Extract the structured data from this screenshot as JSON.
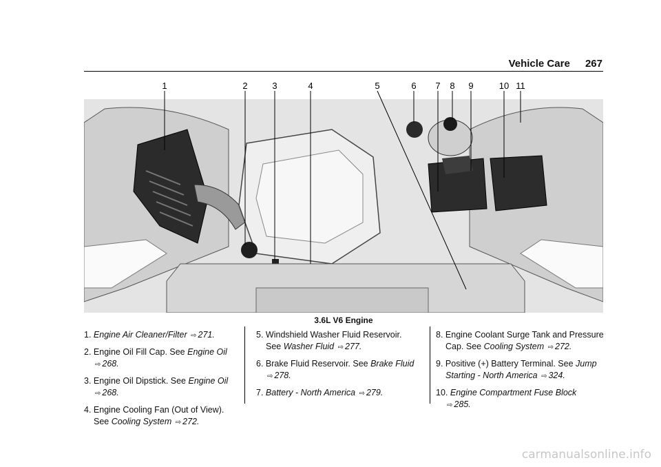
{
  "header": {
    "section": "Vehicle Care",
    "page": "267"
  },
  "figure": {
    "callouts": [
      "1",
      "2",
      "3",
      "4",
      "5",
      "6",
      "7",
      "8",
      "9",
      "10",
      "11"
    ],
    "caption": "3.6L V6 Engine"
  },
  "items": [
    {
      "num": "1.",
      "text": "",
      "ital": "Engine Air Cleaner/Filter",
      "page": "271."
    },
    {
      "num": "2.",
      "text": "Engine Oil Fill Cap. See ",
      "ital": "Engine Oil",
      "page": "268."
    },
    {
      "num": "3.",
      "text": "Engine Oil Dipstick. See ",
      "ital": "Engine Oil",
      "page": "268."
    },
    {
      "num": "4.",
      "text": "Engine Cooling Fan (Out of View). See ",
      "ital": "Cooling System",
      "page": "272."
    },
    {
      "num": "5.",
      "text": "Windshield Washer Fluid Reservoir. See ",
      "ital": "Washer Fluid",
      "page": "277."
    },
    {
      "num": "6.",
      "text": "Brake Fluid Reservoir. See ",
      "ital": "Brake Fluid",
      "page": "278."
    },
    {
      "num": "7.",
      "text": "",
      "ital": "Battery - North America",
      "page": "279."
    },
    {
      "num": "8.",
      "text": "Engine Coolant Surge Tank and Pressure Cap. See ",
      "ital": "Cooling System",
      "page": "272."
    },
    {
      "num": "9.",
      "text": "Positive (+) Battery Terminal. See ",
      "ital": "Jump Starting - North America",
      "page": "324."
    },
    {
      "num": "10.",
      "text": "",
      "ital": "Engine Compartment Fuse Block",
      "page": "285."
    }
  ],
  "arrow_glyph": "⇨",
  "watermark": "carmanualsonline.info"
}
